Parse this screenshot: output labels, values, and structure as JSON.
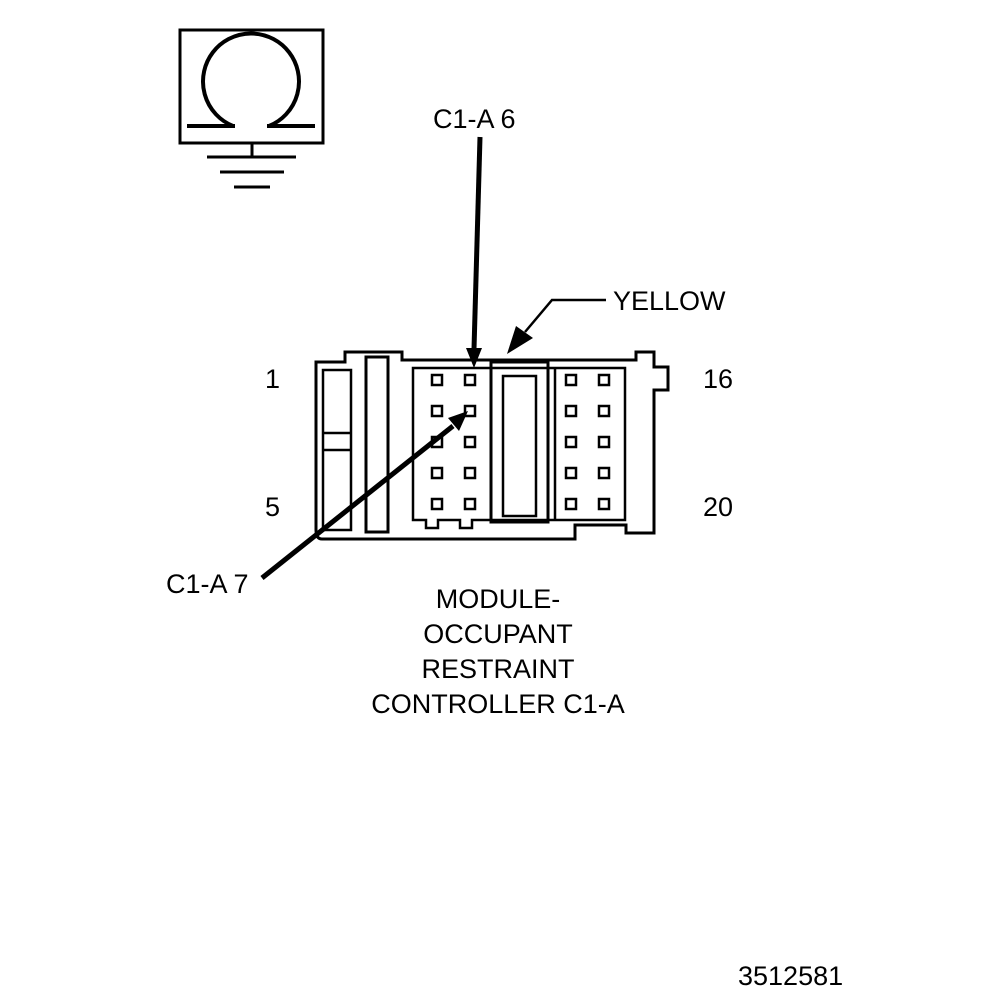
{
  "callouts": {
    "top_pin": "C1-A 6",
    "side_pin": "C1-A 7",
    "color": "YELLOW"
  },
  "pin_numbers": {
    "top_left": "1",
    "bottom_left": "5",
    "top_right": "16",
    "bottom_right": "20"
  },
  "connector_title": {
    "line1": "MODULE-",
    "line2": "OCCUPANT",
    "line3": "RESTRAINT",
    "line4": "CONTROLLER C1-A"
  },
  "figure_number": "3512581",
  "icons": {
    "meter": "ohmmeter-ground-icon"
  },
  "colors": {
    "stroke": "#000000",
    "background": "#ffffff"
  }
}
